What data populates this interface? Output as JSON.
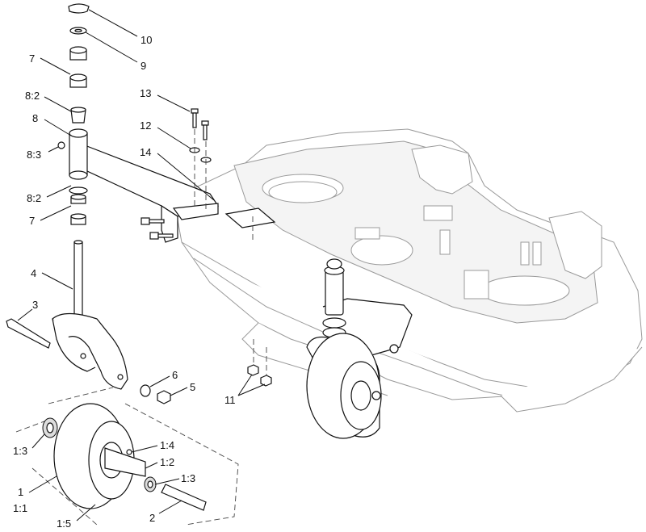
{
  "callouts": {
    "c10": "10",
    "c9": "9",
    "c7a": "7",
    "c13": "13",
    "c12": "12",
    "c8_2a": "8:2",
    "c8": "8",
    "c14": "14",
    "c8_3": "8:3",
    "c8_2b": "8:2",
    "c7b": "7",
    "c4": "4",
    "c3": "3",
    "c6": "6",
    "c5": "5",
    "c11": "11",
    "c1_3a": "1:3",
    "c1_4": "1:4",
    "c1_2": "1:2",
    "c1_3b": "1:3",
    "c1": "1",
    "c1_1": "1:1",
    "c1_5": "1:5",
    "c2": "2"
  }
}
